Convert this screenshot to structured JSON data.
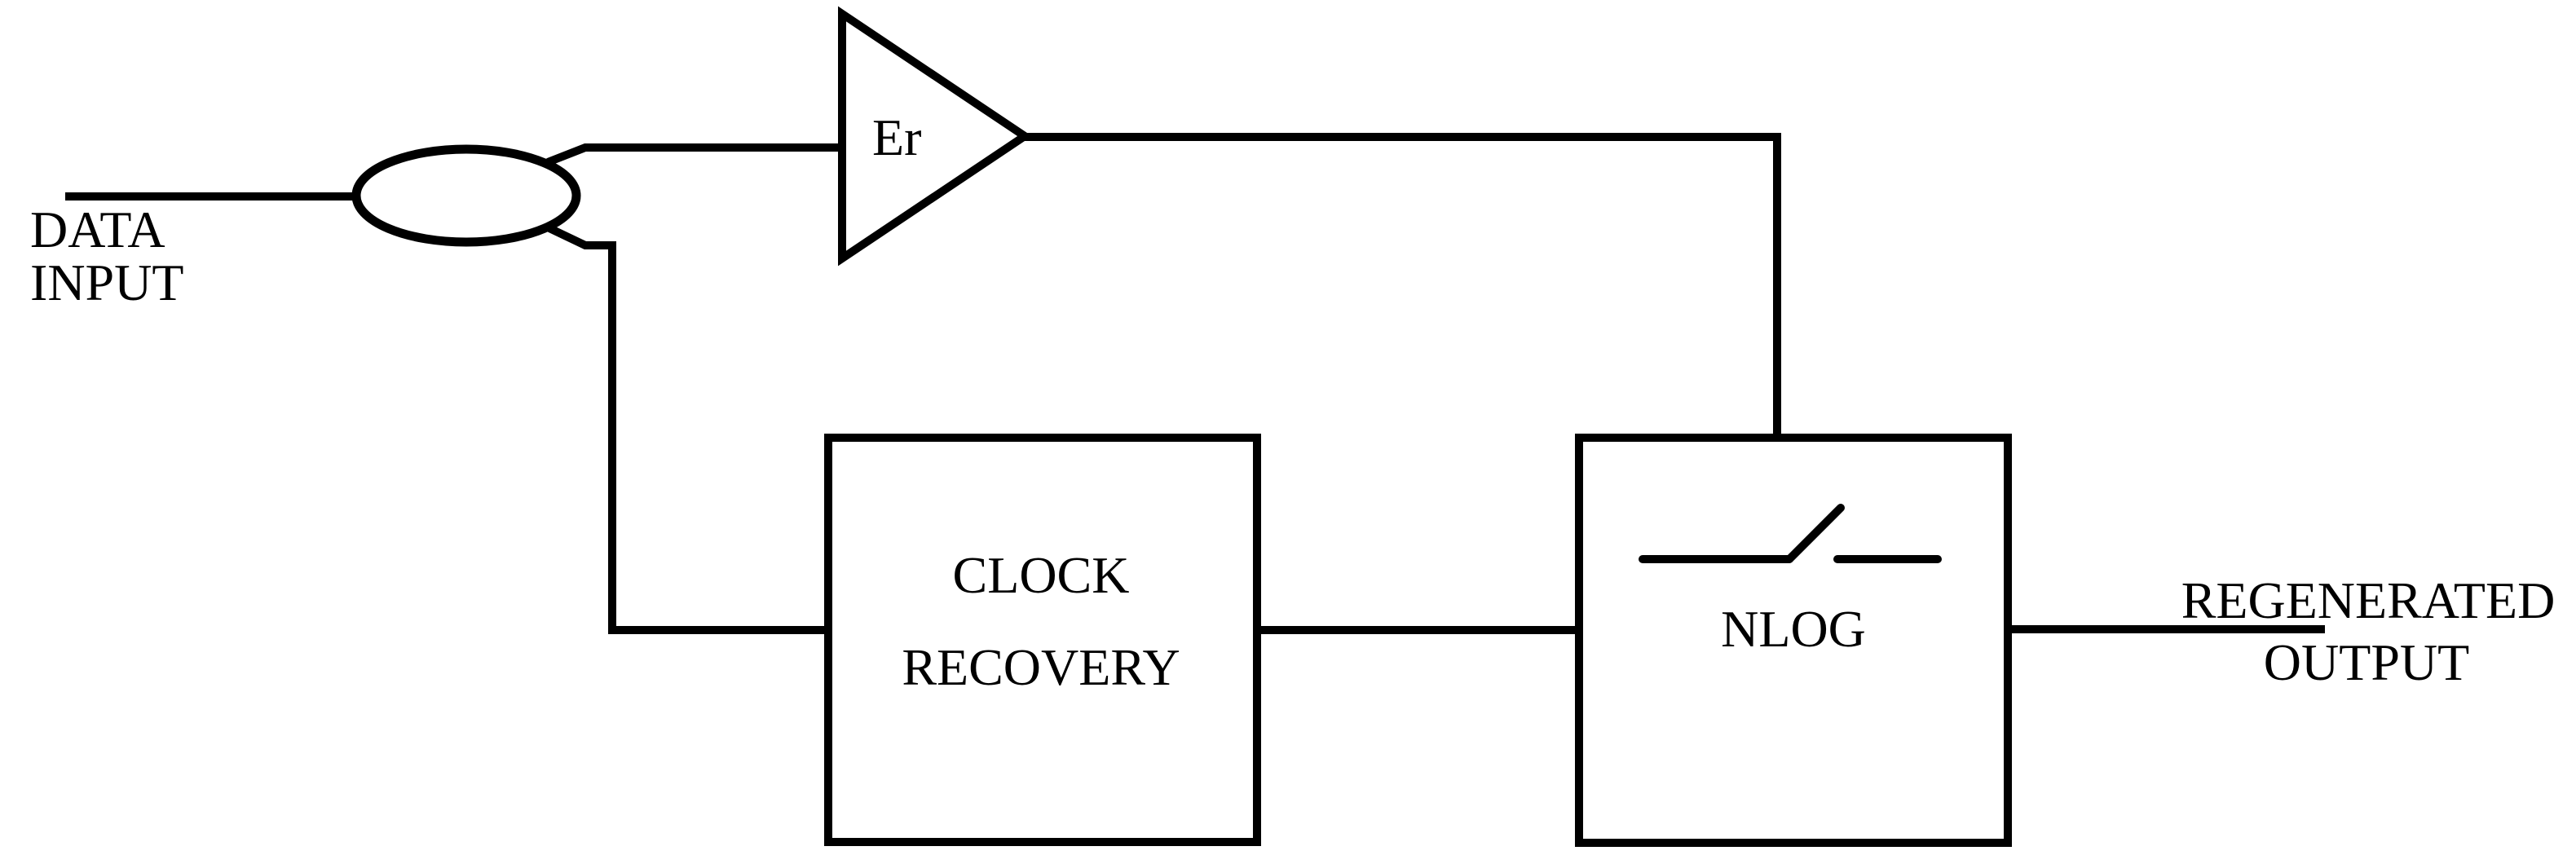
{
  "diagram": {
    "type": "block-diagram",
    "colors": {
      "background": "#ffffff",
      "line": "#000000",
      "text": "#000000"
    },
    "labels": {
      "data_input": {
        "line1": "DATA",
        "line2": "INPUT"
      },
      "amplifier": "Er",
      "clock_recovery": {
        "line1": "CLOCK",
        "line2": "RECOVERY"
      },
      "nlog": "NLOG",
      "regenerated_output": {
        "line1": "REGENERATED",
        "line2": "OUTPUT"
      }
    },
    "components": [
      {
        "id": "data-input",
        "kind": "external-signal",
        "label": "DATA INPUT"
      },
      {
        "id": "coupler",
        "kind": "splitter-ellipse",
        "label": ""
      },
      {
        "id": "amplifier",
        "kind": "triangle-amplifier",
        "label": "Er"
      },
      {
        "id": "clock-recovery",
        "kind": "box",
        "label": "CLOCK RECOVERY"
      },
      {
        "id": "nlog",
        "kind": "box-with-open-switch-symbol",
        "label": "NLOG"
      },
      {
        "id": "regenerated-output",
        "kind": "external-signal",
        "label": "REGENERATED OUTPUT"
      }
    ],
    "connections": [
      {
        "from": "data-input",
        "to": "coupler"
      },
      {
        "from": "coupler",
        "to": "amplifier",
        "branch": "upper"
      },
      {
        "from": "coupler",
        "to": "clock-recovery",
        "branch": "lower"
      },
      {
        "from": "amplifier",
        "to": "nlog",
        "via": "top"
      },
      {
        "from": "clock-recovery",
        "to": "nlog"
      },
      {
        "from": "nlog",
        "to": "regenerated-output"
      }
    ]
  }
}
